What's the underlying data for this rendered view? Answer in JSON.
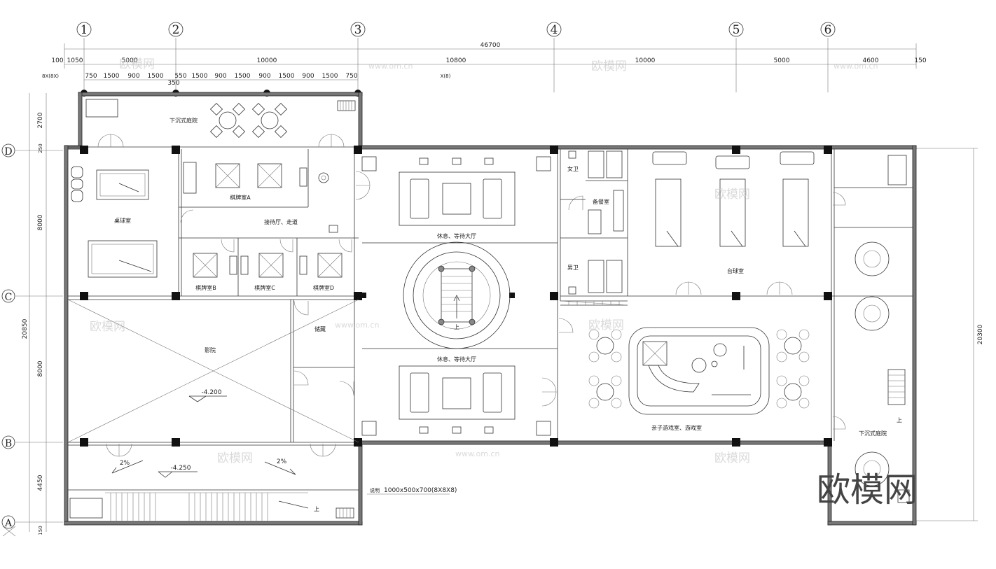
{
  "axes": {
    "columns": [
      "1",
      "2",
      "3",
      "4",
      "5",
      "6"
    ],
    "rows": [
      "D",
      "C",
      "B",
      "A"
    ]
  },
  "dims_top": {
    "overall": "46700",
    "row1": [
      "100",
      "1050",
      "5000",
      "10000",
      "10800",
      "10000",
      "5000",
      "4600",
      "150"
    ],
    "row2": [
      "750",
      "1500",
      "900",
      "1500",
      "550",
      "1500",
      "900",
      "1500",
      "900",
      "1500",
      "900",
      "1500",
      "750"
    ],
    "row2_extra": "350",
    "left_label": "8X(8X)",
    "mid_label": "X(8)"
  },
  "dims_left": {
    "overall": "20850",
    "segments": [
      "2700",
      "250",
      "8000",
      "8000",
      "4450",
      "150"
    ]
  },
  "dims_right": {
    "overall": "20300"
  },
  "rooms": {
    "sunken_garden_top": "下沉式庭院",
    "billiard_left": "桌球室",
    "chess_a": "棋牌室A",
    "reception": "接待厅、走道",
    "chess_b": "棋牌室B",
    "chess_c": "棋牌室C",
    "chess_d": "棋牌室D",
    "lounge_upper": "休息、等待大厅",
    "lounge_lower": "休息、等待大厅",
    "female_wc": "女卫",
    "male_wc": "男卫",
    "storage": "备餐室",
    "billiard_right": "台球室",
    "kids_play": "亲子游戏室、游戏室",
    "sunken_garden_right": "下沉式庭院",
    "void_area": "影院",
    "small_room": "储藏",
    "stair_up": "上",
    "ramp_up": "上",
    "right_stair_up": "上"
  },
  "levels": {
    "void": "-4.200",
    "ramp": "-4.250"
  },
  "slopes": {
    "left": "2%",
    "right": "2%"
  },
  "note": "1000x500x700(8X8X8)",
  "note_prefix": "说明",
  "watermark": {
    "site": "www.om.cn",
    "brand": "欧模网"
  }
}
